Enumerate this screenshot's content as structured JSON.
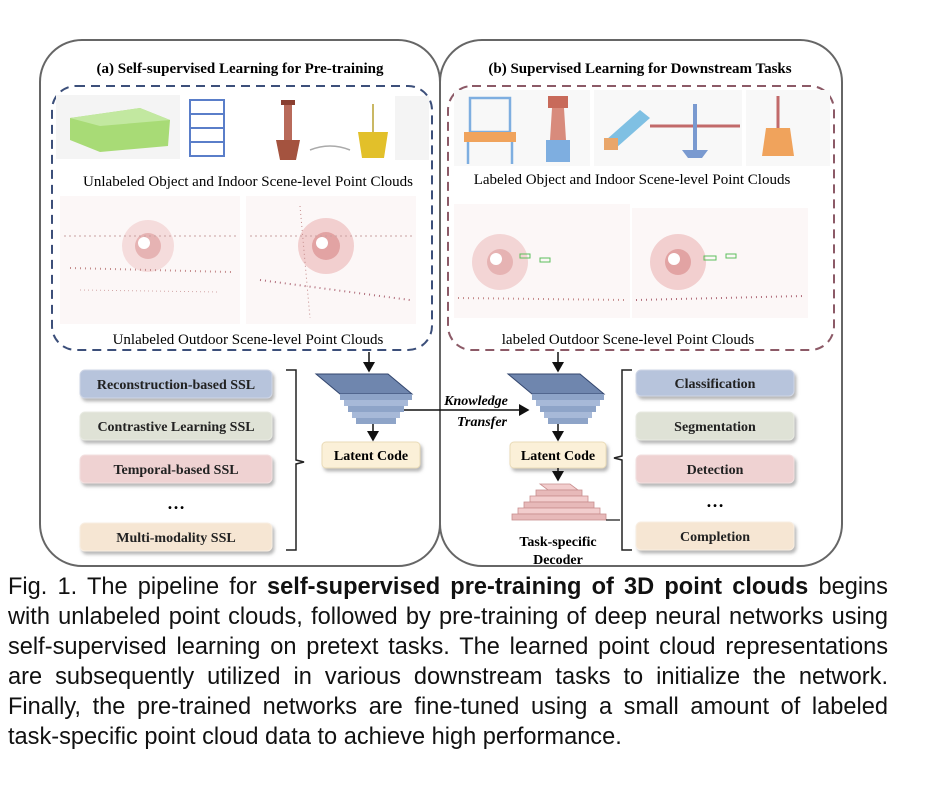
{
  "panel_a": {
    "title": "(a) Self-supervised Learning for Pre-training",
    "object_label": "Unlabeled Object and Indoor Scene-level Point Clouds",
    "outdoor_label": "Unlabeled Outdoor Scene-level Point Clouds",
    "methods": [
      "Reconstruction-based SSL",
      "Contrastive Learning SSL",
      "Temporal-based SSL",
      "Multi-modality SSL"
    ],
    "ellipsis": "…",
    "latent": "Latent Code"
  },
  "panel_b": {
    "title": "(b) Supervised Learning for Downstream Tasks",
    "object_label": "Labeled Object and Indoor Scene-level Point Clouds",
    "outdoor_label": "labeled Outdoor Scene-level Point Clouds",
    "tasks": [
      "Classification",
      "Segmentation",
      "Detection",
      "Completion"
    ],
    "ellipsis": "…",
    "latent": "Latent Code",
    "decoder_line1": "Task-specific",
    "decoder_line2": "Decoder"
  },
  "transfer": {
    "line1": "Knowledge",
    "line2": "Transfer"
  },
  "caption": {
    "prefix": "Fig. 1. The pipeline for ",
    "bold1": "self-supervised pre-training of 3D point",
    "bold2": "clouds",
    "rest": " begins with unlabeled point clouds, followed by pre-training of deep neural networks using self-supervised learning on pretext tasks. The learned point cloud representations are subsequently utilized in various downstream tasks to initialize the network. Finally, the pre-trained networks are fine-tuned using a small amount of labeled task-specific point cloud data to achieve high performance."
  },
  "colors": {
    "method_fills": [
      "#b7c4dc",
      "#dfe2d6",
      "#efd2d2",
      "#f6e6d3"
    ],
    "task_fills": [
      "#b7c4dc",
      "#dfe2d6",
      "#efd2d2",
      "#f6e6d3"
    ],
    "dashed_a": "#3c4f7a",
    "dashed_b": "#8c5a67",
    "encoder": "#6f86ae",
    "decoder": "#e7b9b9"
  }
}
